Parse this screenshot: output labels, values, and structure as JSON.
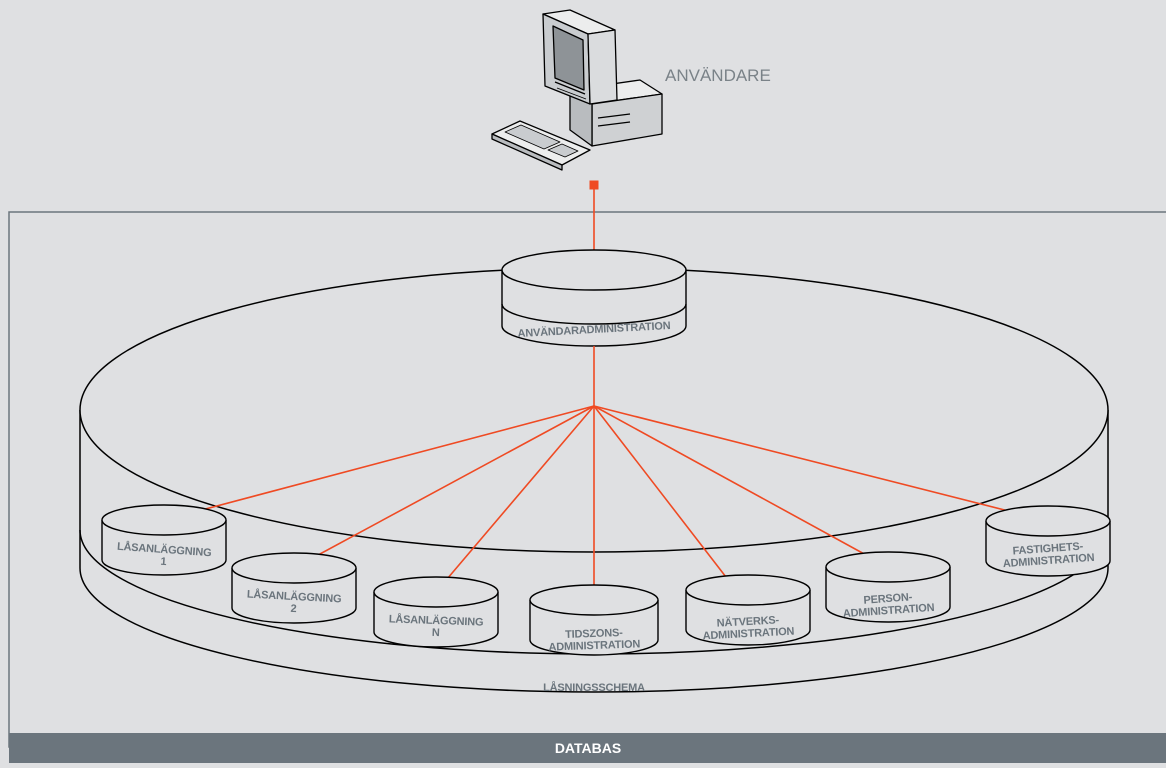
{
  "user_label": "ANVÄNDARE",
  "database_bar": {
    "label": "DATABAS"
  },
  "schema_label": "LÅSNINGSSCHEMA",
  "central_node": {
    "lines": [
      "ANVÄNDARADMINISTRATION"
    ]
  },
  "modules": [
    {
      "lines": [
        "LÅSANLÄGGNING",
        "1"
      ]
    },
    {
      "lines": [
        "LÅSANLÄGGNING",
        "2"
      ]
    },
    {
      "lines": [
        "LÅSANLÄGGNING",
        "N"
      ]
    },
    {
      "lines": [
        "TIDSZONS-",
        "ADMINISTRATION"
      ]
    },
    {
      "lines": [
        "NÄTVERKS-",
        "ADMINISTRATION"
      ]
    },
    {
      "lines": [
        "PERSON-",
        "ADMINISTRATION"
      ]
    },
    {
      "lines": [
        "FASTIGHETS-",
        "ADMINISTRATION"
      ]
    }
  ],
  "colors": {
    "background": "#dfe0e2",
    "connector": "#ef4a23",
    "bar": "#6b757d",
    "label": "#6b757d"
  },
  "icons": {
    "user": "desktop-computer-icon"
  }
}
